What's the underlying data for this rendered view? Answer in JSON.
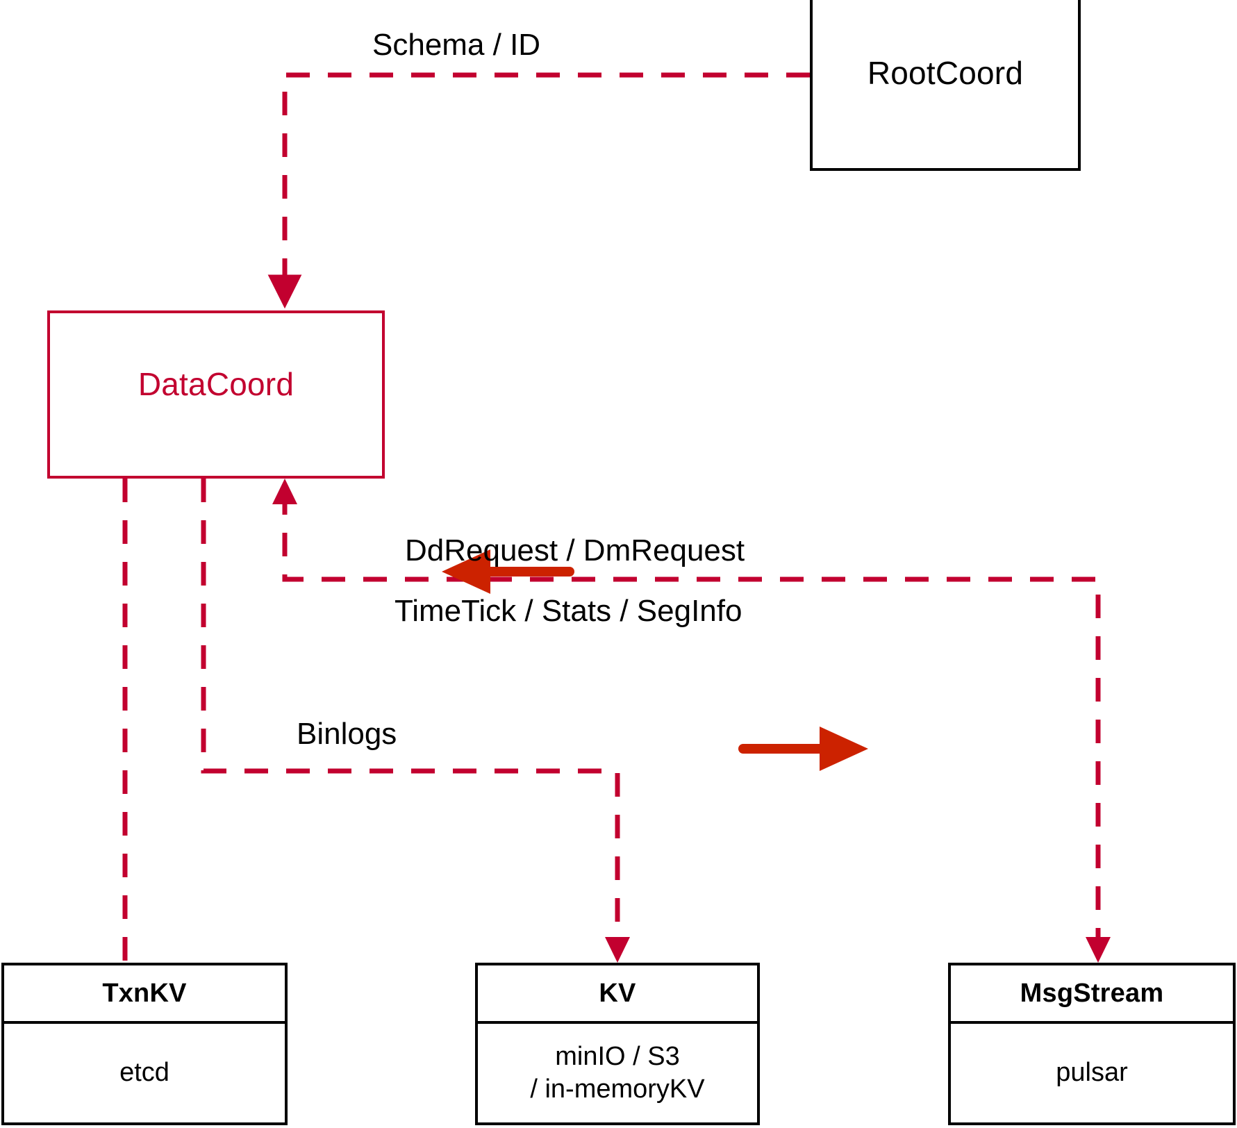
{
  "diagram": {
    "title": "DataCoord component interaction diagram",
    "colors": {
      "crimson": "#c2002f",
      "arrow_red": "#cc2200",
      "black": "#000000",
      "background": "#ffffff"
    }
  },
  "nodes": {
    "rootcoord": {
      "title": "RootCoord"
    },
    "datacoord": {
      "title": "DataCoord"
    },
    "txnkv": {
      "title": "TxnKV",
      "subtitle": "etcd"
    },
    "kv": {
      "title": "KV",
      "subtitle_line1": "minIO / S3",
      "subtitle_line2": "/ in-memoryKV"
    },
    "msgstream": {
      "title": "MsgStream",
      "subtitle": "pulsar"
    }
  },
  "edges": [
    {
      "id": "schema-id",
      "label": "Schema / ID",
      "from": "RootCoord",
      "to": "DataCoord",
      "style": "dashed",
      "direction": "to-datacoord"
    },
    {
      "id": "dd-dm",
      "label": "DdRequest / DmRequest",
      "from": "MsgStream",
      "to": "DataCoord",
      "style": "dashed",
      "direction": "left"
    },
    {
      "id": "timetick",
      "label": "TimeTick / Stats / SegInfo",
      "from": "DataCoord",
      "to": "MsgStream",
      "style": "dashed",
      "direction": "right"
    },
    {
      "id": "binlogs",
      "label": "Binlogs",
      "from": "DataCoord",
      "to": "KV",
      "style": "dashed",
      "direction": "down"
    },
    {
      "id": "txnkv-link",
      "label": "",
      "from": "DataCoord",
      "to": "TxnKV",
      "style": "dashed",
      "direction": "down"
    }
  ],
  "labels": {
    "schema_id": "Schema / ID",
    "dd_dm_request": "DdRequest / DmRequest",
    "timetick_stats_seginfo": "TimeTick / Stats / SegInfo",
    "binlogs": "Binlogs"
  }
}
